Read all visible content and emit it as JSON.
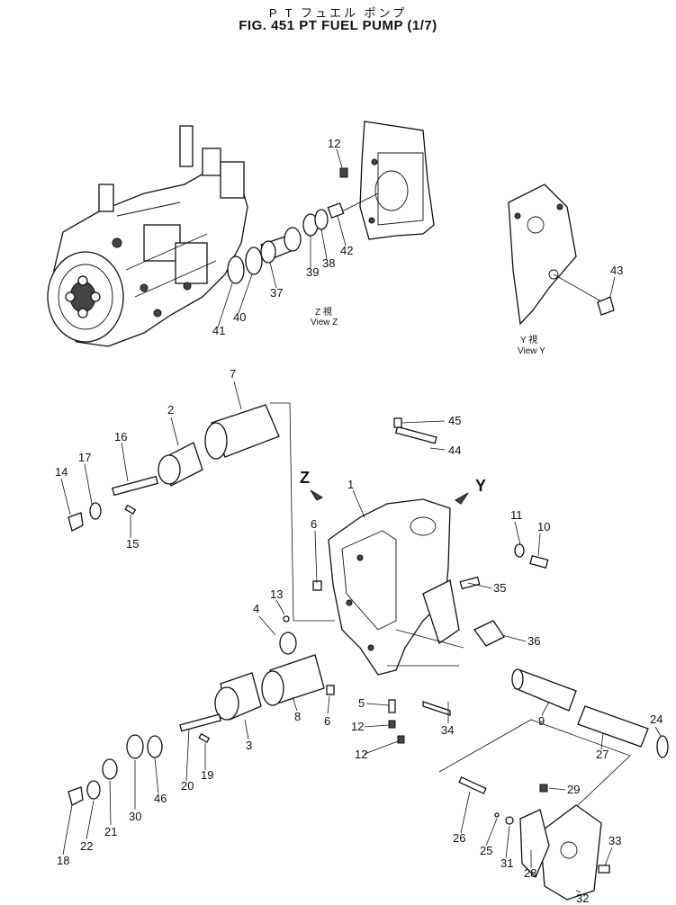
{
  "header": {
    "title_jp": "P T フュエル ポンプ",
    "title_en": "FIG. 451 PT FUEL PUMP (1/7)"
  },
  "views": {
    "z_jp": "Z 視",
    "z_en": "View Z",
    "y_jp": "Y 視",
    "y_en": "View Y"
  },
  "arrows": {
    "z": "Z",
    "y": "Y"
  },
  "labels": {
    "p1": "1",
    "p2": "2",
    "p3": "3",
    "p4": "4",
    "p5": "5",
    "p6a": "6",
    "p6b": "6",
    "p7": "7",
    "p8": "8",
    "p9": "9",
    "p10": "10",
    "p11": "11",
    "p12a": "12",
    "p12b": "12",
    "p12c": "12",
    "p13": "13",
    "p14": "14",
    "p15": "15",
    "p16": "16",
    "p17": "17",
    "p18": "18",
    "p19": "19",
    "p20": "20",
    "p21": "21",
    "p22": "22",
    "p24": "24",
    "p25": "25",
    "p26": "26",
    "p27": "27",
    "p28": "28",
    "p29": "29",
    "p30": "30",
    "p31": "31",
    "p32": "32",
    "p33": "33",
    "p34": "34",
    "p35": "35",
    "p36": "36",
    "p37": "37",
    "p38": "38",
    "p39": "39",
    "p40": "40",
    "p41": "41",
    "p42": "42",
    "p43": "43",
    "p44": "44",
    "p45": "45",
    "p46": "46"
  }
}
